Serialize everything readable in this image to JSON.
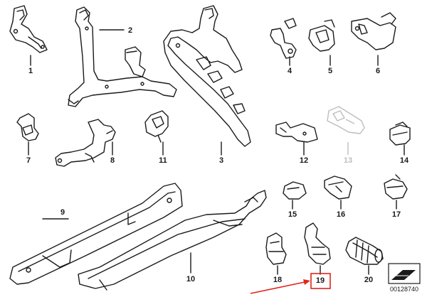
{
  "diagram": {
    "labels": [
      {
        "id": "p1",
        "text": "1"
      },
      {
        "id": "p2",
        "text": "2"
      },
      {
        "id": "p3",
        "text": "3"
      },
      {
        "id": "p4",
        "text": "4"
      },
      {
        "id": "p5",
        "text": "5"
      },
      {
        "id": "p6",
        "text": "6"
      },
      {
        "id": "p7",
        "text": "7"
      },
      {
        "id": "p8",
        "text": "8"
      },
      {
        "id": "p9",
        "text": "9"
      },
      {
        "id": "p10",
        "text": "10"
      },
      {
        "id": "p11",
        "text": "11"
      },
      {
        "id": "p12",
        "text": "12"
      },
      {
        "id": "p13",
        "text": "13"
      },
      {
        "id": "p14",
        "text": "14"
      },
      {
        "id": "p15",
        "text": "15"
      },
      {
        "id": "p16",
        "text": "16"
      },
      {
        "id": "p17",
        "text": "17"
      },
      {
        "id": "p18",
        "text": "18"
      },
      {
        "id": "p19",
        "text": "19"
      },
      {
        "id": "p20",
        "text": "20"
      }
    ],
    "highlighted_part": "19",
    "greyed_part": "13",
    "highlight_color": "#e0241b",
    "ink_color": "#1a1a1a",
    "grey_color": "#bdbdbd",
    "catalog_number": "00128740"
  }
}
